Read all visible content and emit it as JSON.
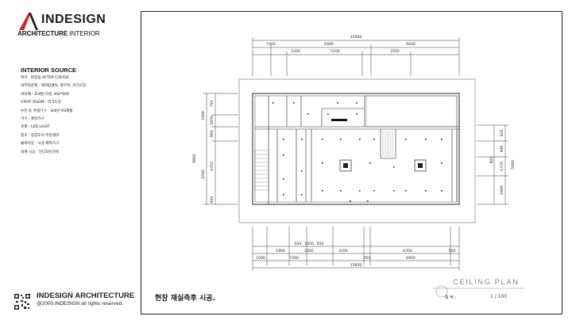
{
  "brand": {
    "logo_word": "INDESIGN",
    "logo_sub_bold": "ARCHITECTURE",
    "logo_sub_light": "INTERIOR"
  },
  "source": {
    "title": "INTERIOR SOURCE",
    "items": [
      {
        "label": "위치 : 판중동 AFTER COFFEE"
      },
      {
        "label": "내부마감재 : 에코탑셈틱, 방부목, 라기도장"
      },
      {
        "label": "바닥재 : 포세린 타일 300*600"
      },
      {
        "label": "STAFF ROOM : 라기도장"
      },
      {
        "label": "수전 등 위생기구 : 국내산 KS제품"
      },
      {
        "label": "가구 : 제작가구"
      },
      {
        "label": "조명 : LED LIGHT"
      },
      {
        "label": "창호 : 동양도어 주문제작"
      },
      {
        "label": "물박이장 : 시설 제작가구"
      },
      {
        "label": "설계 시공 : 인디자인건축"
      }
    ]
  },
  "footer": {
    "brand": "INDESIGN ARCHITECTURE",
    "copyright": "@2000.INDESIGN all rights reserved."
  },
  "sheet": {
    "note": "현장 재실측후 시공.",
    "title": "CEILING PLAN",
    "scale_label": "축 적 :",
    "scale_value": "1 / 100"
  },
  "dims": {
    "top_total": "15950",
    "top_row1": [
      "7450",
      "6400",
      "6830"
    ],
    "top_row2": [
      "1200",
      "5100",
      "2550"
    ],
    "left": [
      "2400",
      "750",
      "1850",
      "900",
      "9860",
      "4310",
      "6560",
      "600"
    ],
    "right": [
      "610",
      "900",
      "1370",
      "800",
      "1800",
      "5000"
    ],
    "bottom_row1": [
      "650",
      "1050",
      "650"
    ],
    "bottom_row2": [
      "1800",
      "2350",
      "3100",
      "6350",
      "500"
    ],
    "bottom_row3": [
      "1000",
      "7350",
      "450",
      "6950"
    ],
    "bottom_total": "15950"
  }
}
